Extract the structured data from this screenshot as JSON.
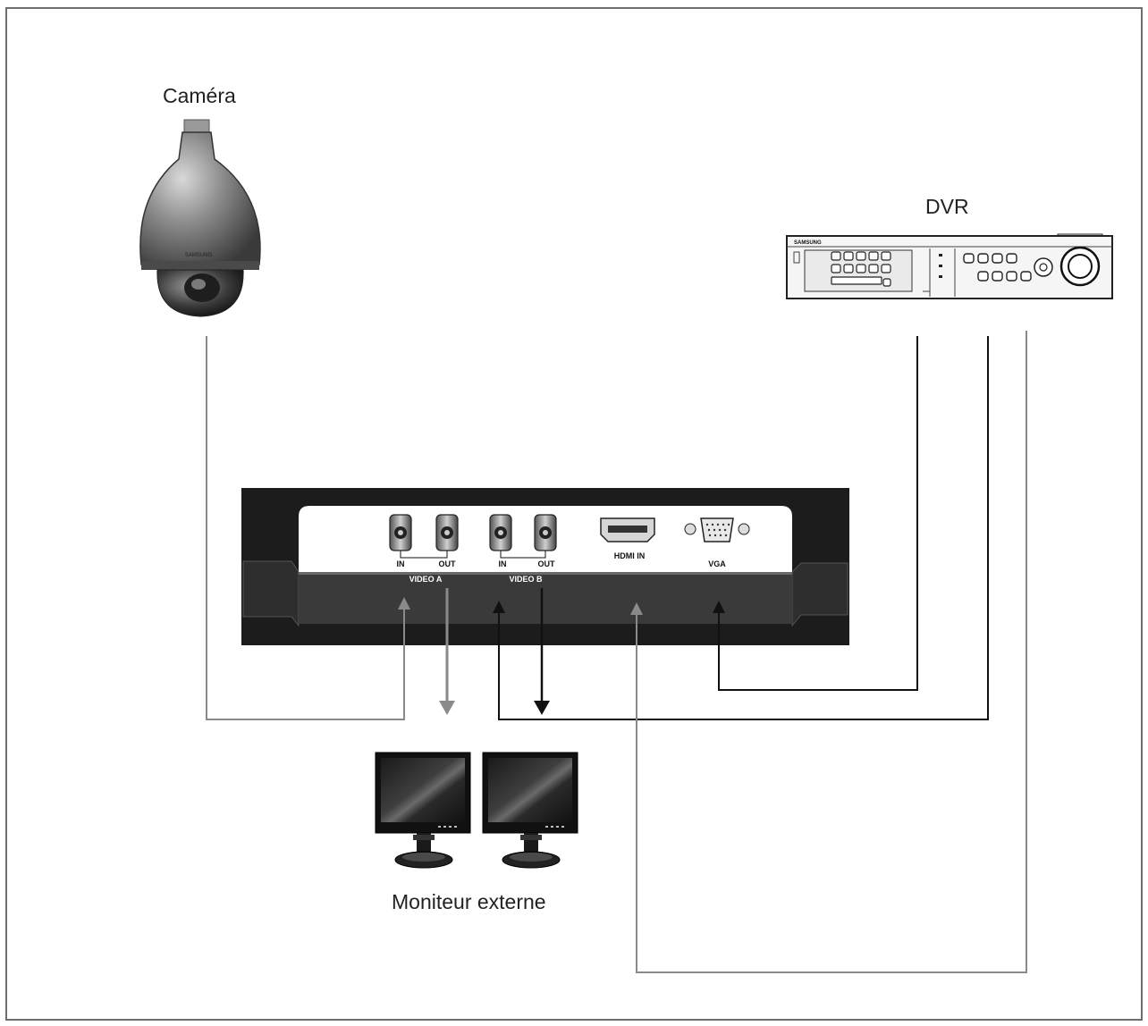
{
  "labels": {
    "camera": "Caméra",
    "dvr": "DVR",
    "external_monitor": "Moniteur externe"
  },
  "panel": {
    "ports": {
      "video_a_in": "IN",
      "video_a_out": "OUT",
      "video_b_in": "IN",
      "video_b_out": "OUT",
      "hdmi": "HDMI IN",
      "vga": "VGA"
    },
    "groups": {
      "video_a": "VIDEO A",
      "video_b": "VIDEO B"
    }
  },
  "device_branding": {
    "camera": "SAMSUNG",
    "dvr": "SAMSUNG"
  },
  "colors": {
    "cable_gray": "#8a8a8a",
    "cable_black": "#111111",
    "panel_dark": "#1c1c1c",
    "panel_strip": "#3a3a3a"
  }
}
